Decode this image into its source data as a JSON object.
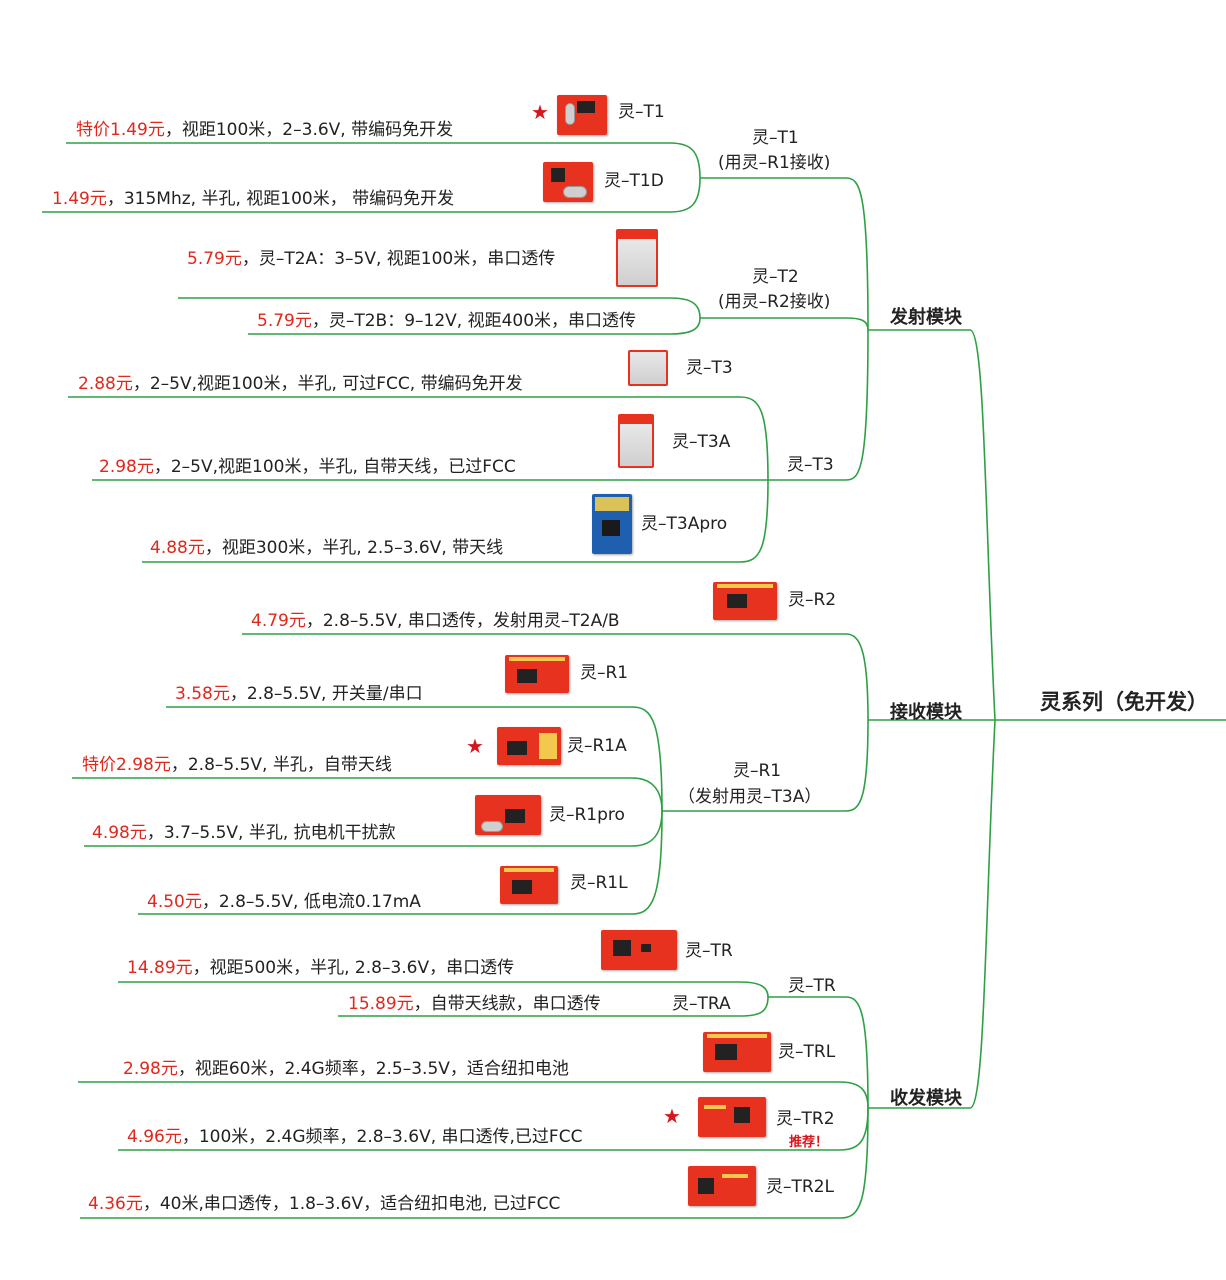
{
  "root": "灵系列（免开发）",
  "categories": {
    "tx": "发射模块",
    "rx": "接收模块",
    "trx": "收发模块"
  },
  "groups": {
    "t1": [
      "灵–T1",
      "(用灵–R1接收)"
    ],
    "t2": [
      "灵–T2",
      "(用灵–R2接收)"
    ],
    "t3": "灵–T3",
    "r1": [
      "灵–R1",
      "（发射用灵–T3A）"
    ],
    "tr": "灵–TR"
  },
  "products": [
    {
      "id": "t1",
      "name": "灵–T1",
      "price": "特价1.49元",
      "desc": "，视距100米，2–3.6V, 带编码免开发",
      "starred": true
    },
    {
      "id": "t1d",
      "name": "灵–T1D",
      "price": "1.49元",
      "desc": "，315Mhz, 半孔, 视距100米，  带编码免开发"
    },
    {
      "id": "t2a",
      "name": "",
      "price": "5.79元",
      "desc": "，灵–T2A：3–5V, 视距100米，串口透传"
    },
    {
      "id": "t2b",
      "name": "",
      "price": "5.79元",
      "desc": "，灵–T2B：9–12V, 视距400米，串口透传"
    },
    {
      "id": "t3",
      "name": "灵–T3",
      "price": "2.88元",
      "desc": "，2–5V,视距100米，半孔, 可过FCC, 带编码免开发"
    },
    {
      "id": "t3a",
      "name": "灵–T3A",
      "price": "2.98元",
      "desc": "，2–5V,视距100米，半孔, 自带天线，已过FCC"
    },
    {
      "id": "t3apro",
      "name": "灵–T3Apro",
      "price": "4.88元",
      "desc": "，视距300米，半孔, 2.5–3.6V, 带天线"
    },
    {
      "id": "r2",
      "name": "灵–R2",
      "price": "4.79元",
      "desc": "，2.8–5.5V, 串口透传，发射用灵–T2A/B"
    },
    {
      "id": "r1",
      "name": "灵–R1",
      "price": "3.58元",
      "desc": "，2.8–5.5V, 开关量/串口"
    },
    {
      "id": "r1a",
      "name": "灵–R1A",
      "price": "特价2.98元",
      "desc": "，2.8–5.5V, 半孔，自带天线",
      "starred": true
    },
    {
      "id": "r1pro",
      "name": "灵–R1pro",
      "price": "4.98元",
      "desc": "，3.7–5.5V, 半孔, 抗电机干扰款"
    },
    {
      "id": "r1l",
      "name": "灵–R1L",
      "price": "4.50元",
      "desc": "，2.8–5.5V, 低电流0.17mA"
    },
    {
      "id": "tr",
      "name": "灵–TR",
      "price": "14.89元",
      "desc": "，视距500米，半孔, 2.8–3.6V，串口透传"
    },
    {
      "id": "tra",
      "name": "灵–TRA",
      "price": "15.89元",
      "desc": "，自带天线款，串口透传"
    },
    {
      "id": "trl",
      "name": "灵–TRL",
      "price": "2.98元",
      "desc": "，视距60米，2.4G频率，2.5–3.5V，适合纽扣电池"
    },
    {
      "id": "tr2",
      "name": "灵–TR2",
      "price": "4.96元",
      "desc": "，100米，2.4G频率，2.8–3.6V, 串口透传,已过FCC",
      "starred": true,
      "badge": "推荐！"
    },
    {
      "id": "tr2l",
      "name": "灵–TR2L",
      "price": "4.36元",
      "desc": "，40米,串口透传，1.8–3.6V，适合纽扣电池, 已过FCC"
    }
  ],
  "colors": {
    "line": "#2ea043",
    "price": "#e0271b",
    "pcb": "#e6321f",
    "star": "#d8141c"
  }
}
